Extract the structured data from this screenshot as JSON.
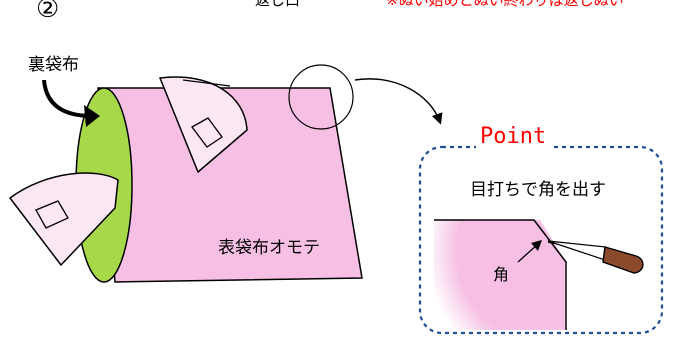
{
  "step_number": "②",
  "top_left_text": "返し口",
  "top_right_note": "※ぬい始めとぬい終わりは返しぬい",
  "lining_label": "裏袋布",
  "outer_label": "表袋布オモテ",
  "point": {
    "title": "Point",
    "caption": "目打ちで角を出す",
    "corner_label": "角"
  },
  "colors": {
    "pink": "#f6bfe3",
    "green": "#a6d84a",
    "note_red": "#ff0000",
    "dashed_blue": "#1f4e9a",
    "awl_brown": "#8b4a2b"
  }
}
